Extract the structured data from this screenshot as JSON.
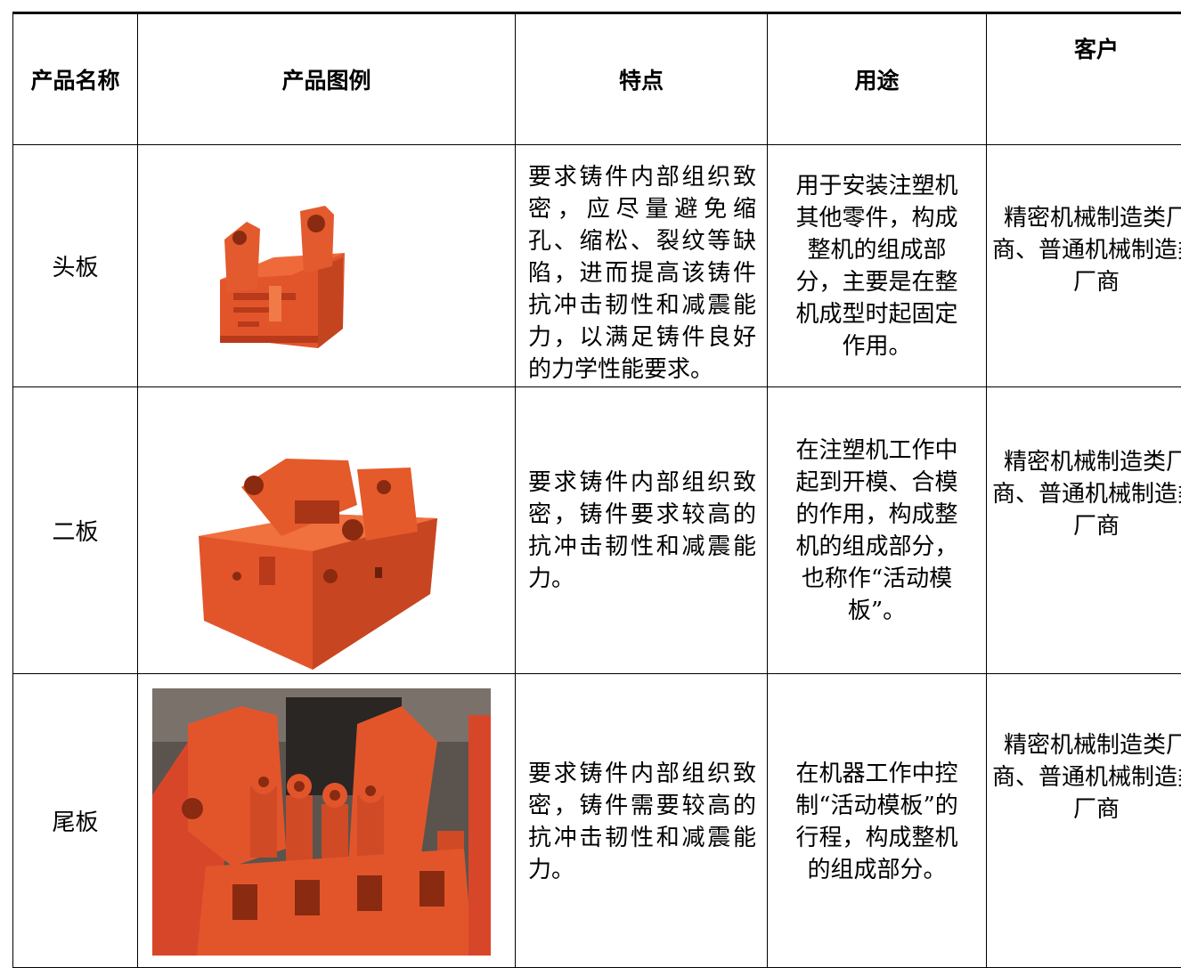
{
  "headers": {
    "name": "产品名称",
    "image": "产品图例",
    "features": "特点",
    "use": "用途",
    "customers": "客户"
  },
  "rows": [
    {
      "name": "头板",
      "image_icon": "head-plate-casting-photo",
      "features": "要求铸件内部组织致密，应尽量避免缩孔、缩松、裂纹等缺陷，进而提高该铸件抗冲击韧性和减震能力，以满足铸件良好的力学性能要求。",
      "use": "用于安装注塑机其他零件，构成整机的组成部分，主要是在整机成型时起固定作用。",
      "customers": "精密机械制造类厂商、普通机械制造类厂商"
    },
    {
      "name": "二板",
      "image_icon": "second-plate-casting-photo",
      "features": "要求铸件内部组织致密，铸件要求较高的抗冲击韧性和减震能力。",
      "use": "在注塑机工作中起到开模、合模的作用，构成整机的组成部分，也称作“活动模板”。",
      "customers": "精密机械制造类厂商、普通机械制造类厂商"
    },
    {
      "name": "尾板",
      "image_icon": "tail-plate-casting-photo",
      "features": "要求铸件内部组织致密，铸件需要较高的抗冲击韧性和减震能力。",
      "use": "在机器工作中控制“活动模板”的行程，构成整机的组成部分。",
      "customers": "精密机械制造类厂商、普通机械制造类厂商"
    }
  ],
  "colors": {
    "casting_orange": "#e2552b",
    "casting_shadow": "#b83a1a",
    "background_dark": "#5b534e"
  }
}
